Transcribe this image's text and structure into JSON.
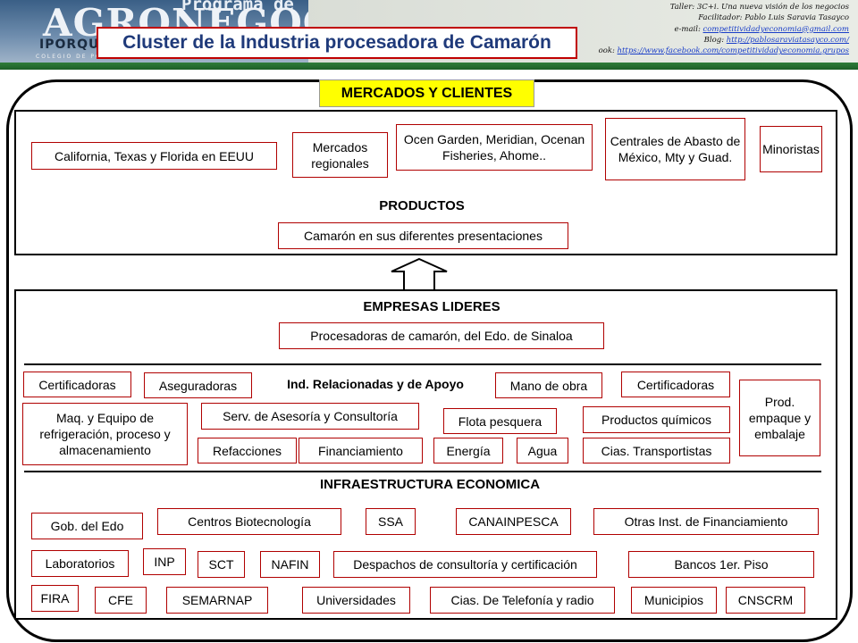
{
  "header": {
    "logo": {
      "top_label": "Programa de",
      "brand": "AGRONEGOCIOS",
      "sub": "IPORQUE",
      "tagline": "COLEGIO DE POSTGRADUADOS EN CIENCIAS AGRICOLAS"
    },
    "title": "Cluster de la Industria procesadora de Camarón",
    "credits": {
      "line1": "Taller: 3C+i. Una nueva visión de los negocios",
      "line2": "Facilitador: Pablo Luis Saravia Tasayco",
      "email_label": "e-mail: ",
      "email_link": "competitividadyeconomia@gmail.com",
      "blog_label": "Blog: ",
      "blog_link": "http://pablosaraviatasayco.com/",
      "facebook_label": "ook: ",
      "facebook_link": "https://www.facebook.com/competitividadyeconomia.grupos"
    }
  },
  "mercados": {
    "heading": "MERCADOS Y CLIENTES",
    "items": [
      "California, Texas y Florida en EEUU",
      "Mercados regionales",
      "Ocen Garden, Meridian, Ocenan Fisheries, Ahome..",
      "Centrales de Abasto de México, Mty y Guad.",
      "Minoristas"
    ]
  },
  "productos": {
    "heading": "PRODUCTOS",
    "item": "Camarón en sus diferentes presentaciones"
  },
  "empresas": {
    "heading": "EMPRESAS LIDERES",
    "item": "Procesadoras de camarón, del Edo. de Sinaloa"
  },
  "relacionadas": {
    "heading": "Ind. Relacionadas  y de Apoyo",
    "items": [
      "Certificadoras",
      "Aseguradoras",
      "Mano de obra",
      "Certificadoras",
      "Prod. empaque y embalaje",
      "Maq. y Equipo de refrigeración, proceso y almacenamiento",
      "Serv. de Asesoría y Consultoría",
      "Flota pesquera",
      "Productos químicos",
      "Refacciones",
      "Financiamiento",
      "Energía",
      "Agua",
      "Cias. Transportistas"
    ]
  },
  "infraestructura": {
    "heading": "INFRAESTRUCTURA ECONOMICA",
    "items": [
      "Gob. del Edo",
      "Centros Biotecnología",
      "SSA",
      "CANAINPESCA",
      "Otras  Inst. de Financiamiento",
      "Laboratorios",
      "INP",
      "SCT",
      "NAFIN",
      "Despachos de consultoría y certificación",
      "Bancos 1er. Piso",
      "FIRA",
      "CFE",
      "SEMARNAP",
      "Universidades",
      "Cias. De Telefonía y radio",
      "Municipios",
      "CNSCRM"
    ]
  },
  "colors": {
    "accent_red": "#b00000",
    "title_blue": "#1f3a7a",
    "highlight_yellow": "#ffff00",
    "header_green": "#2f7d3a"
  },
  "icons": [
    "up-arrow-icon"
  ]
}
